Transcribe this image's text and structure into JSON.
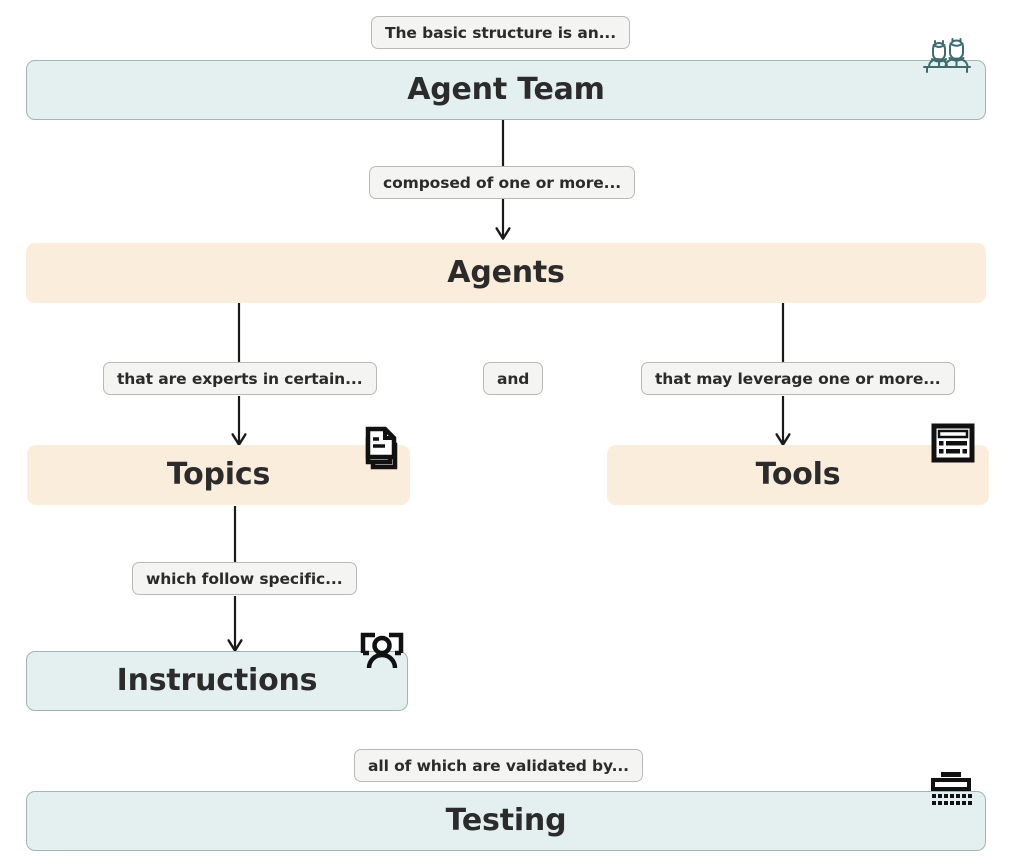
{
  "diagram": {
    "title": "Agent Team structure flow diagram",
    "background": "#ffffff",
    "colors": {
      "teal_fill": "#e4efef",
      "teal_border": "#9fb5b6",
      "peach_fill": "#fbeddb",
      "peach_border": "#e0a352",
      "chip_fill": "#f4f4f2",
      "chip_border": "#b9b9b7",
      "text": "#2b2b2b",
      "connector": "#1a1a1a",
      "icon_teal": "#3d6b70",
      "icon_black": "#111111"
    },
    "nodes": [
      {
        "id": "agent-team",
        "label": "Agent Team",
        "style": "teal",
        "icon": "team-people-icon"
      },
      {
        "id": "agents",
        "label": "Agents",
        "style": "peach",
        "icon": null
      },
      {
        "id": "topics",
        "label": "Topics",
        "style": "peach",
        "icon": "documents-icon"
      },
      {
        "id": "tools",
        "label": "Tools",
        "style": "peach",
        "icon": "form-window-icon"
      },
      {
        "id": "instructions",
        "label": "Instructions",
        "style": "teal",
        "icon": "person-frame-icon"
      },
      {
        "id": "testing",
        "label": "Testing",
        "style": "teal",
        "icon": "keyboard-checklist-icon"
      }
    ],
    "chips": [
      {
        "id": "chip-top",
        "label": "The basic structure is an..."
      },
      {
        "id": "chip-composed",
        "label": "composed of one or more..."
      },
      {
        "id": "chip-experts",
        "label": "that are experts in certain..."
      },
      {
        "id": "chip-and",
        "label": "and"
      },
      {
        "id": "chip-leverage",
        "label": "that may leverage one or more..."
      },
      {
        "id": "chip-follow",
        "label": "which follow specific..."
      },
      {
        "id": "chip-validated",
        "label": "all of which are validated by..."
      }
    ]
  }
}
